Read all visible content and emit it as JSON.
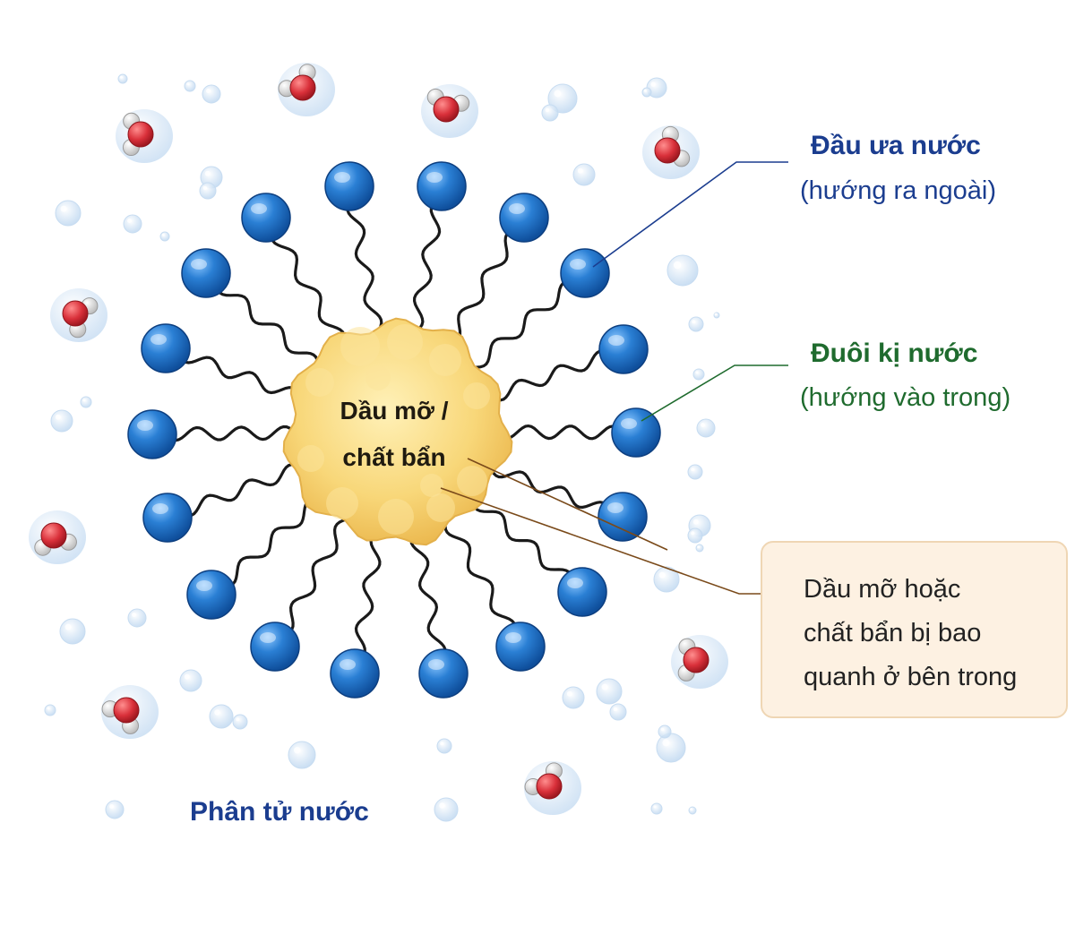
{
  "core": {
    "lines": [
      "Dầu mỡ /",
      "chất bẩn"
    ],
    "colors": {
      "fill": "#f7d67a",
      "edge": "#e8b94a"
    }
  },
  "head_label": {
    "title": "Đầu ưa nước",
    "subtitle": "(hướng ra ngoài)",
    "color": "#1b3d8f"
  },
  "tail_label": {
    "title": "Đuôi kị nước",
    "subtitle": "(hướng vào trong)",
    "color": "#1f6b2e"
  },
  "info_box": {
    "lines": [
      "Dầu mỡ hoặc",
      "chất bẩn bị bao",
      "quanh ở bên trong"
    ],
    "colors": {
      "background": "#fdf1e2",
      "border": "#efd6b4"
    }
  },
  "water_label": "Phân tử nước",
  "colors": {
    "head_blue": "#1f6fc2",
    "tail_black": "#1a1a1a",
    "oxygen_red": "#d9303a",
    "hydrogen": "#e5e5e5",
    "droplet": "#d6e6f6"
  }
}
